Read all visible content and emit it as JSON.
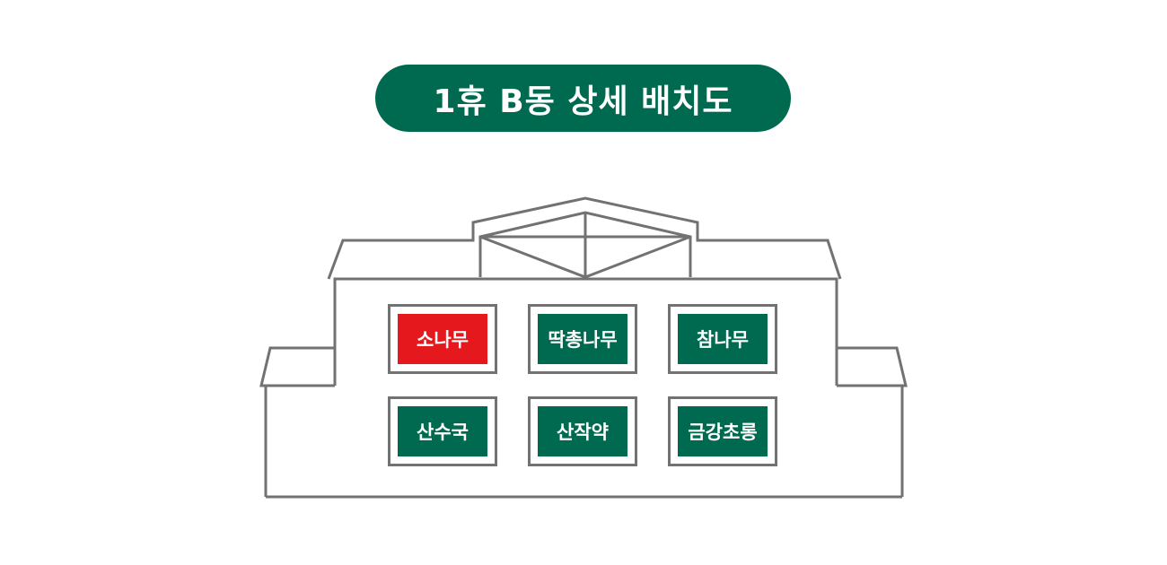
{
  "title": "1휴 B동 상세 배치도",
  "colors": {
    "accent": "#006a50",
    "highlight": "#e5181d",
    "outline": "#727272"
  },
  "rooms": [
    {
      "label": "소나무",
      "highlighted": true
    },
    {
      "label": "딱총나무",
      "highlighted": false
    },
    {
      "label": "참나무",
      "highlighted": false
    },
    {
      "label": "산수국",
      "highlighted": false
    },
    {
      "label": "산작약",
      "highlighted": false
    },
    {
      "label": "금강초롱",
      "highlighted": false
    }
  ]
}
